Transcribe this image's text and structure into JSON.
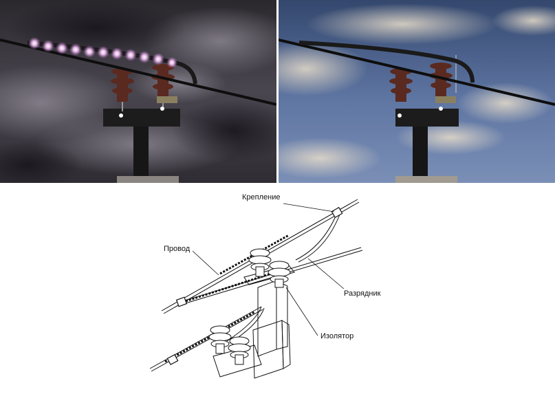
{
  "diagram": {
    "labels": {
      "mount": "Крепление",
      "wire": "Провод",
      "arrester": "Разрядник",
      "insulator": "Изолятор"
    }
  },
  "colors": {
    "storm_sky": "#3e3a42",
    "clear_sky": "#5c73a0",
    "arc_glow": "#f0b8f0",
    "insulator": "#5a2a20",
    "pole": "#161616",
    "line_art": "#111111"
  }
}
